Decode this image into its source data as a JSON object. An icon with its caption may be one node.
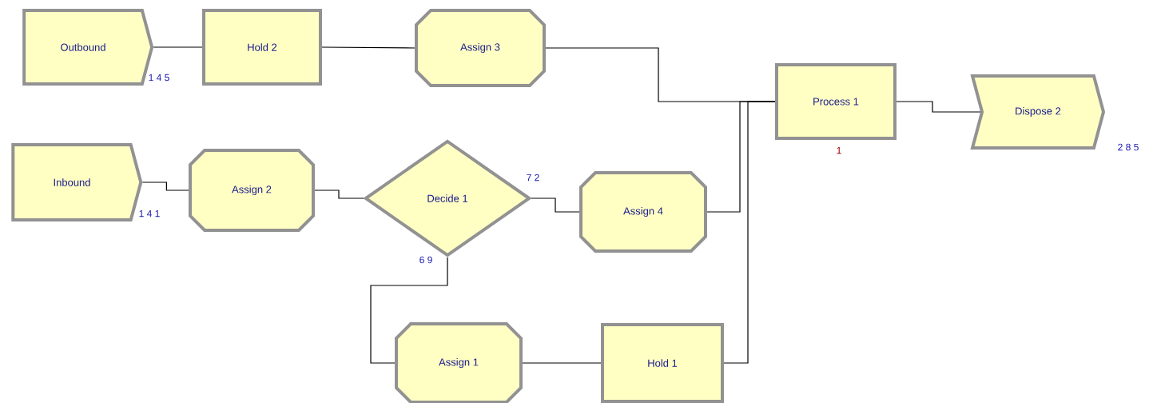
{
  "diagram": {
    "nodes": [
      {
        "text": [
          "Outbound"
        ],
        "beside": [
          "1 4 5"
        ]
      },
      {
        "text": [
          "Hold 2"
        ]
      },
      {
        "text": [
          "Assign 3"
        ]
      },
      {
        "text": [
          "Inbound"
        ],
        "beside": [
          "1 4 1"
        ]
      },
      {
        "text": [
          "Assign 2"
        ]
      },
      {
        "text": [
          "Decide 1"
        ],
        "beside": [
          "7 2",
          "6 9"
        ]
      },
      {
        "text": [
          "Assign 4"
        ]
      },
      {
        "text": [
          "Process 1"
        ],
        "beside": [
          "1"
        ]
      },
      {
        "text": [
          "Dispose 2"
        ],
        "beside": [
          "2 8 5"
        ]
      },
      {
        "text": [
          "Assign 1"
        ]
      },
      {
        "text": [
          "Hold 1"
        ]
      }
    ],
    "edges": [
      {
        "from": 0,
        "to": 1,
        "arrow": "none"
      },
      {
        "from": 1,
        "to": 2,
        "arrow": "none"
      },
      {
        "from": 2,
        "to": 7,
        "arrow": "none"
      },
      {
        "from": 3,
        "to": 4,
        "arrow": "none"
      },
      {
        "from": 4,
        "to": 5,
        "arrow": "none"
      },
      {
        "from": 5,
        "to": 6,
        "arrow": "none"
      },
      {
        "from": 5,
        "to": 9,
        "arrow": "none"
      },
      {
        "from": 6,
        "to": 7,
        "arrow": "none"
      },
      {
        "from": 9,
        "to": 10,
        "arrow": "none"
      },
      {
        "from": 10,
        "to": 7,
        "arrow": "none"
      },
      {
        "from": 7,
        "to": 8,
        "arrow": "none"
      }
    ]
  }
}
